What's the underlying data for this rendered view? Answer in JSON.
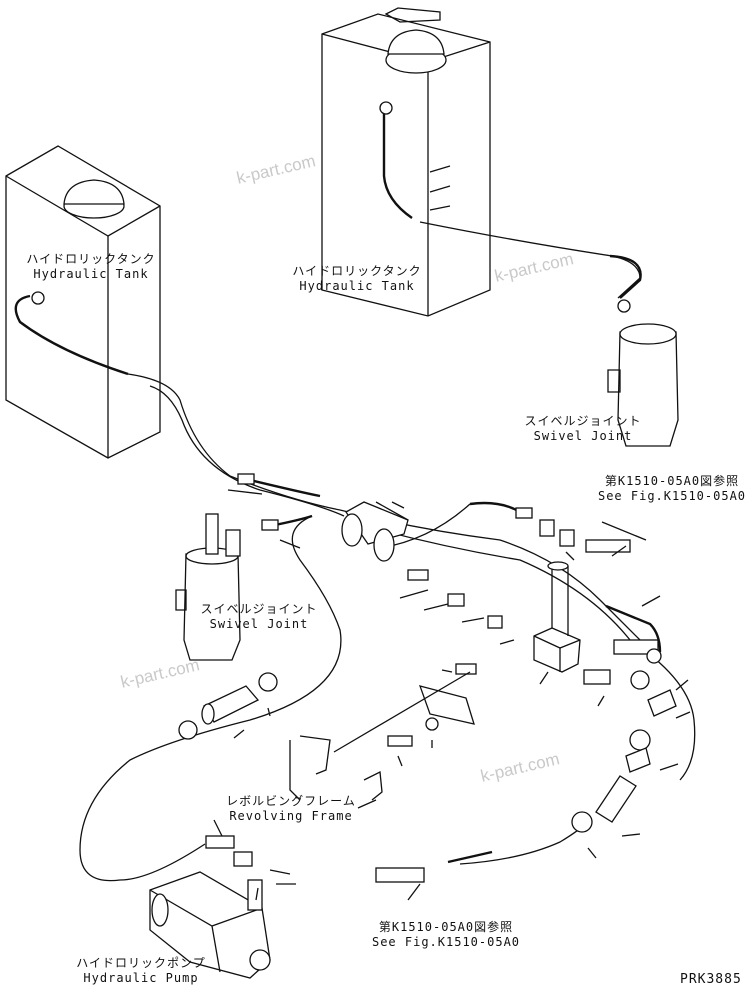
{
  "watermark": "k-part.com",
  "labels": {
    "tank_left": {
      "jp": "ハイドロリックタンク",
      "en": "Hydraulic Tank"
    },
    "tank_right": {
      "jp": "ハイドロリックタンク",
      "en": "Hydraulic Tank"
    },
    "swivel_right": {
      "jp": "スイベルジョイント",
      "en": "Swivel Joint"
    },
    "swivel_left": {
      "jp": "スイベルジョイント",
      "en": "Swivel Joint"
    },
    "ref_top": {
      "jp": "第K1510-05A0図参照",
      "en": "See Fig.K1510-05A0"
    },
    "ref_bottom": {
      "jp": "第K1510-05A0図参照",
      "en": "See Fig.K1510-05A0"
    },
    "frame": {
      "jp": "レボルビングフレーム",
      "en": "Revolving Frame"
    },
    "pump": {
      "jp": "ハイドロリックポンプ",
      "en": "Hydraulic Pump"
    }
  },
  "drawing_code": "PRK3885"
}
